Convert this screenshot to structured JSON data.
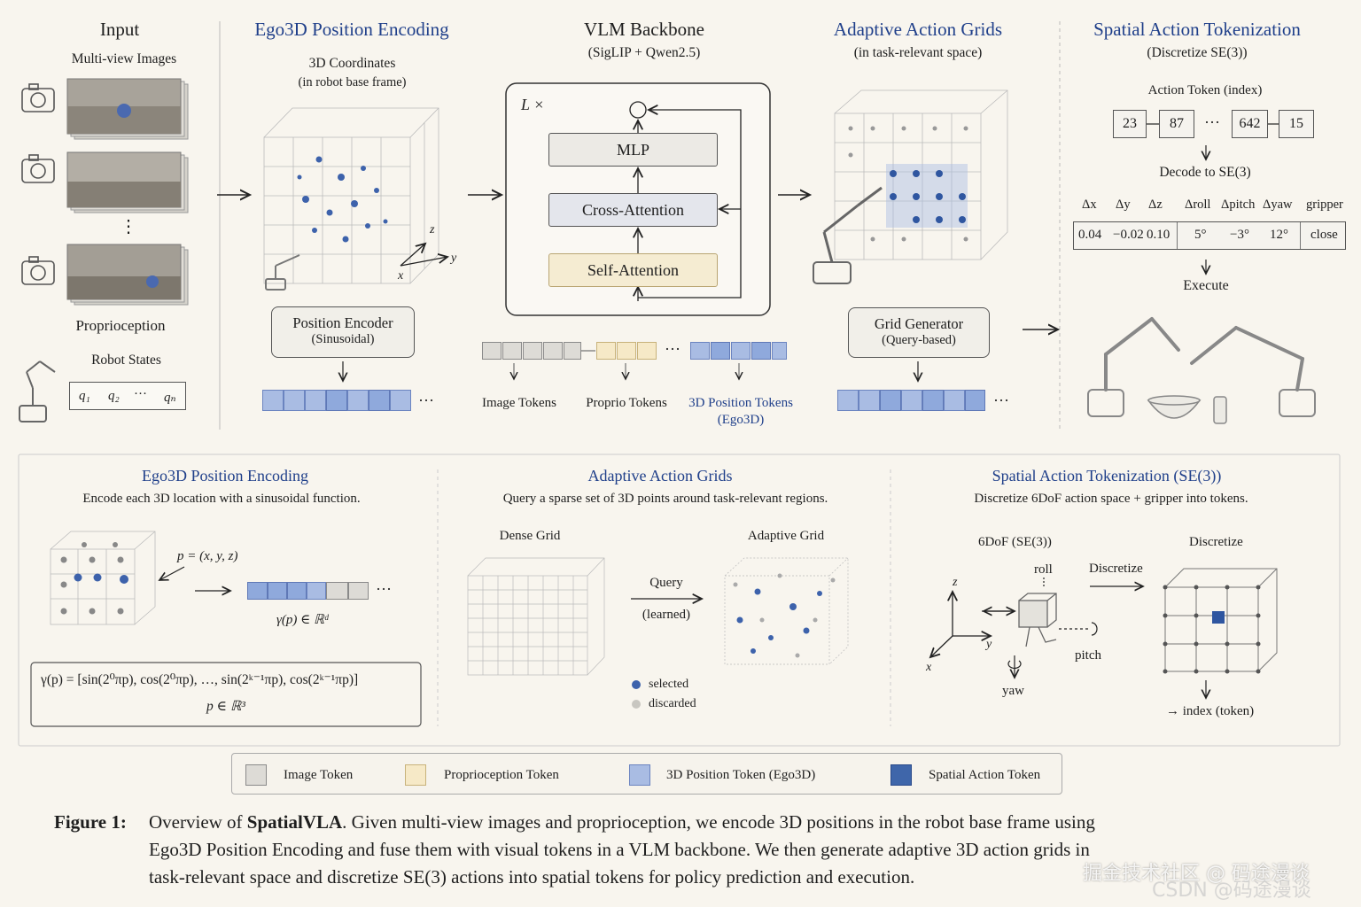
{
  "top": {
    "input": {
      "title": "Input",
      "multiview": "Multi-view Images",
      "ellipsis": "⋮",
      "proprio": "Proprioception",
      "robot_states": "Robot States",
      "q1": "q₁",
      "q2": "q₂",
      "qdots": "···",
      "qn": "qₙ"
    },
    "ego3d": {
      "title": "Ego3D Position Encoding",
      "coord_line1": "3D Coordinates",
      "coord_line2": "(in robot base frame)",
      "axis_x": "x",
      "axis_y": "y",
      "axis_z": "z",
      "encoder_line1": "Position Encoder",
      "encoder_line2": "(Sinusoidal)",
      "dots": "···"
    },
    "vlm": {
      "title": "VLM Backbone",
      "subtitle": "(SigLIP + Qwen2.5)",
      "repeat": "L ×",
      "plus": "+",
      "mlp": "MLP",
      "cross": "Cross-Attention",
      "self": "Self-Attention",
      "dots": "···",
      "image_tokens": "Image Tokens",
      "proprio_tokens": "Proprio Tokens",
      "pos_tokens_line1": "3D Position Tokens",
      "pos_tokens_line2": "(Ego3D)"
    },
    "grids": {
      "title": "Adaptive Action Grids",
      "subtitle": "(in task-relevant space)",
      "gen_line1": "Grid Generator",
      "gen_line2": "(Query-based)",
      "dots": "···"
    },
    "spatial": {
      "title": "Spatial Action Tokenization",
      "subtitle": "(Discretize SE(3))",
      "action_token": "Action Token (index)",
      "tokens": [
        "23",
        "87",
        "642",
        "15"
      ],
      "dots": "···",
      "decode": "Decode to SE(3)",
      "headers": [
        "Δx",
        "Δy",
        "Δz",
        "Δroll",
        "Δpitch",
        "Δyaw",
        "gripper"
      ],
      "values": [
        "0.04",
        "−0.02",
        "0.10",
        "5°",
        "−3°",
        "12°",
        "close"
      ],
      "execute": "Execute"
    }
  },
  "bottom": {
    "ego3d": {
      "title": "Ego3D Position Encoding",
      "desc": "Encode each 3D location with a sinusoidal function.",
      "p_label": "p = (x, y, z)",
      "gamma": "γ(p) ∈ ℝᵈ",
      "dots": "···",
      "formula": "γ(p) = [sin(2⁰πp), cos(2⁰πp), …, sin(2ᵏ⁻¹πp), cos(2ᵏ⁻¹πp)]",
      "formula2": "p ∈ ℝ³"
    },
    "grids": {
      "title": "Adaptive Action Grids",
      "desc": "Query a sparse set of 3D points around task-relevant regions.",
      "dense": "Dense Grid",
      "adaptive": "Adaptive Grid",
      "query": "Query",
      "learned": "(learned)",
      "selected": "selected",
      "discarded": "discarded"
    },
    "spatial": {
      "title": "Spatial Action Tokenization (SE(3))",
      "desc": "Discretize 6DoF action space + gripper into tokens.",
      "sixdof": "6DoF (SE(3))",
      "discretize_head": "Discretize",
      "roll": "roll",
      "discretize": "Discretize",
      "pitch": "pitch",
      "yaw": "yaw",
      "ax_z": "z",
      "ax_y": "y",
      "ax_x": "x",
      "index": "→ index (token)"
    }
  },
  "legend": [
    "Image Token",
    "Proprioception Token",
    "3D Position Token (Ego3D)",
    "Spatial Action Token"
  ],
  "caption": {
    "label": "Figure 1:",
    "pre": "Overview of ",
    "bold": "SpatialVLA",
    "line1_rest": ". Given multi-view images and proprioception, we encode 3D positions in the robot base frame using",
    "line2": "Ego3D Position Encoding and fuse them with visual tokens in a VLM backbone. We then generate adaptive 3D action grids in",
    "line3": "task-relevant space and discretize SE(3) actions into spatial tokens for policy prediction and execution."
  },
  "watermark": {
    "line1": "掘金技术社区 @ 码途漫谈",
    "line2": "CSDN @码途漫谈"
  },
  "colors": {
    "accent_blue": "#1f3f8a",
    "image_token": "#dddbd6",
    "proprio_token": "#f6e9c7",
    "position_token": "#a9bce3",
    "action_token": "#3f66aa"
  }
}
